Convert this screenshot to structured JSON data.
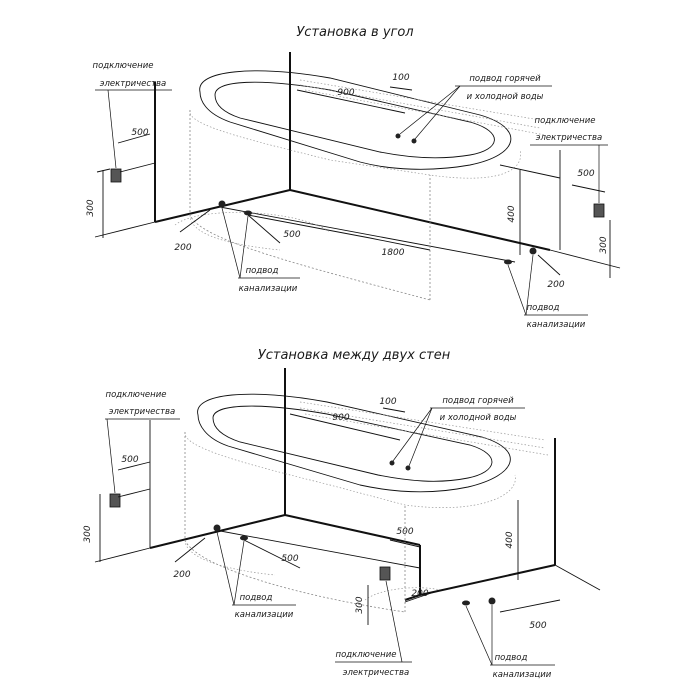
{
  "diagram1": {
    "title": "Установка в угол",
    "elec_left": [
      "подключение",
      "электричества"
    ],
    "elec_right": [
      "подключение",
      "электричества"
    ],
    "water": [
      "подвод горячей",
      "и холодной воды"
    ],
    "drain_left": [
      "подвод",
      "канализации"
    ],
    "drain_right": [
      "подвод",
      "канализации"
    ],
    "dims": {
      "d100": "100",
      "d900": "900",
      "d500_left": "500",
      "d300_left": "300",
      "d200_left": "200",
      "d500_floor": "500",
      "d1800": "1800",
      "d400": "400",
      "d500_right": "500",
      "d300_right": "300",
      "d200_right": "200"
    }
  },
  "diagram2": {
    "title": "Установка между двух стен",
    "elec_left": [
      "подключение",
      "электричества"
    ],
    "elec_bottom": [
      "подключение",
      "электричества"
    ],
    "water": [
      "подвод горячей",
      "и холодной воды"
    ],
    "drain_left": [
      "подвод",
      "канализации"
    ],
    "drain_right": [
      "подвод",
      "канализации"
    ],
    "dims": {
      "d100": "100",
      "d900": "900",
      "d500_left": "500",
      "d300_left": "300",
      "d200_left": "200",
      "d500_floor": "500",
      "d500_top": "500",
      "d400": "400",
      "d300_bottom": "300",
      "d200_right": "200",
      "d500_right": "500"
    }
  }
}
